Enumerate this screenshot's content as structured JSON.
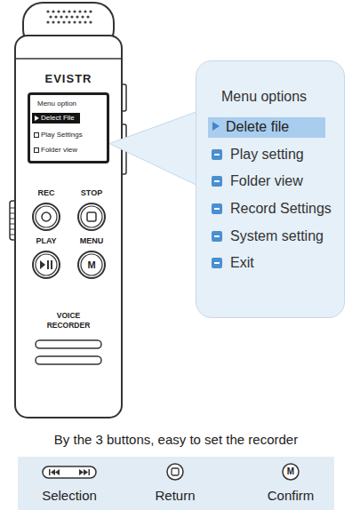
{
  "diagram": {
    "caption": "By the 3 buttons, easy to set the recorder",
    "nodes": [
      {
        "text": [
          "Menu option",
          "Delect File",
          "Play Settings",
          "Folder view"
        ]
      },
      {
        "text": [
          "Menu options",
          "Play setting",
          "Folder view",
          "Record Settings",
          "System setting",
          "Exit"
        ]
      },
      {
        "text": [
          "Delete file"
        ],
        "in": 1
      },
      {
        "text": [
          "Selection",
          "Return",
          "Confirm"
        ]
      }
    ],
    "edges": [
      {
        "from": 0,
        "to": 1,
        "arrow": "none"
      }
    ],
    "labels": [
      "EVISTR",
      "REC",
      "STOP",
      "PLAY",
      "MENU",
      "M",
      "VOICE RECORDER",
      "M"
    ]
  }
}
